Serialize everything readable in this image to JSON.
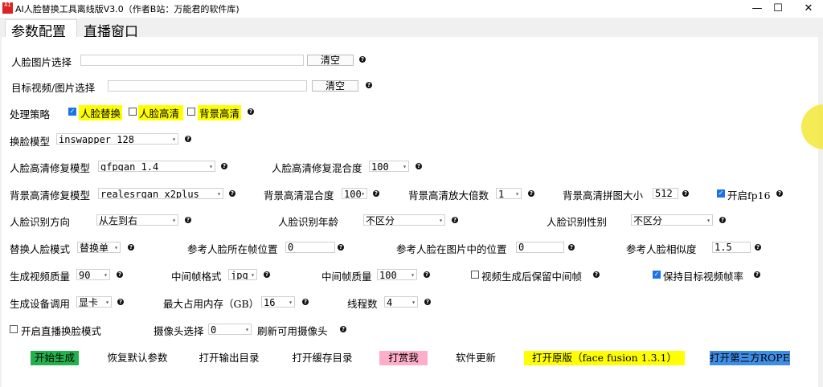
{
  "window": {
    "title": "AI人脸替换工具离线版V3.0（作者B站：万能君的软件库)",
    "minimize": "—",
    "maximize": "☐",
    "close": "✕",
    "icon_text": "AI"
  },
  "tabs": [
    {
      "label": "参数配置"
    },
    {
      "label": "直播窗口"
    }
  ],
  "face_image": {
    "label": "人脸图片选择",
    "value": "",
    "clear": "清空"
  },
  "target_media": {
    "label": "目标视频/图片选择",
    "value": "",
    "clear": "清空"
  },
  "strategy": {
    "label": "处理策略",
    "options": [
      {
        "label": "人脸替换",
        "checked": true
      },
      {
        "label": "人脸高清",
        "checked": false
      },
      {
        "label": "背景高清",
        "checked": false
      }
    ]
  },
  "swap_model": {
    "label": "换脸模型",
    "value": "inswapper 128"
  },
  "face_restore": {
    "label": "人脸高清修复模型",
    "value": "gfpgan 1.4",
    "blend_label": "人脸高清修复混合度",
    "blend_value": "100"
  },
  "bg_restore": {
    "label": "背景高清修复模型",
    "value": "realesrgan x2plus",
    "blend_label": "背景高清混合度",
    "blend_value": "100",
    "scale_label": "背景高清放大倍数",
    "scale_value": "1",
    "tile_label": "背景高清拼图大小",
    "tile_value": "512",
    "fp16_label": "开启fp16",
    "fp16_checked": true
  },
  "detection": {
    "direction_label": "人脸识别方向",
    "direction_value": "从左到右",
    "age_label": "人脸识别年龄",
    "age_value": "不区分",
    "gender_label": "人脸识别性别",
    "gender_value": "不区分"
  },
  "replace": {
    "mode_label": "替换人脸模式",
    "mode_value": "替换单",
    "frame_label": "参考人脸所在帧位置",
    "frame_value": "0",
    "pos_label": "参考人脸在图片中的位置",
    "pos_value": "0",
    "sim_label": "参考人脸相似度",
    "sim_value": "1.5"
  },
  "output": {
    "quality_label": "生成视频质量",
    "quality_value": "90",
    "frame_fmt_label": "中间帧格式",
    "frame_fmt_value": "jpg",
    "frame_quality_label": "中间帧质量",
    "frame_quality_value": "100",
    "keep_frames_label": "视频生成后保留中间帧",
    "keep_frames_checked": false,
    "keep_fps_label": "保持目标视频帧率",
    "keep_fps_checked": true
  },
  "device": {
    "label": "生成设备调用",
    "value": "显卡",
    "mem_label": "最大占用内存（GB）",
    "mem_value": "16",
    "threads_label": "线程数",
    "threads_value": "4"
  },
  "live": {
    "label": "开启直播换脸模式",
    "checked": false,
    "camera_label": "摄像头选择",
    "camera_value": "0",
    "refresh_label": "刷新可用摄像头"
  },
  "actions": [
    {
      "label": "开始生成",
      "color": "#22b14c"
    },
    {
      "label": "恢复默认参数",
      "color": ""
    },
    {
      "label": "打开输出目录",
      "color": ""
    },
    {
      "label": "打开缓存目录",
      "color": ""
    },
    {
      "label": "打赏我",
      "color": "#ffaec9"
    },
    {
      "label": "软件更新",
      "color": ""
    },
    {
      "label": "打开原版（face fusion 1.3.1）",
      "color": "#ffff00"
    },
    {
      "label": "打开第三方ROPE",
      "color": "#3f8ee6"
    }
  ],
  "colors": {
    "accent": "#1a73e8",
    "highlight": "#ffff00"
  },
  "icons": {
    "help": "?",
    "dropdown": "▾",
    "check": "✓"
  }
}
